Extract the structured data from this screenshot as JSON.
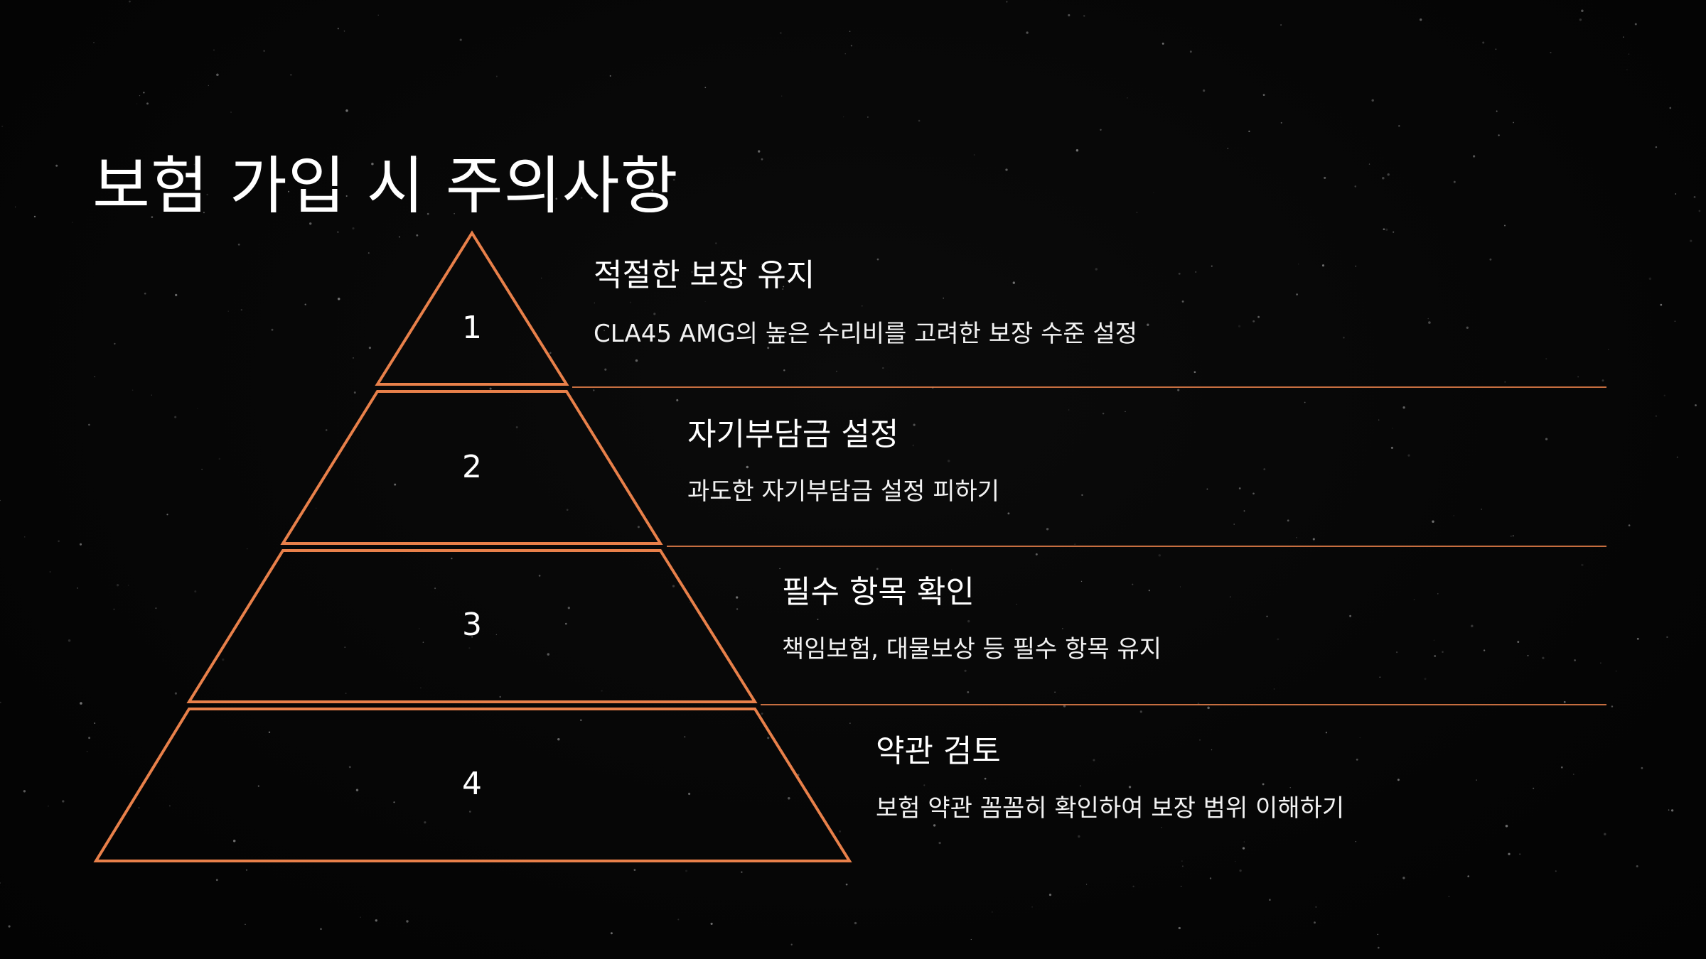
{
  "slide": {
    "title": "보험 가입 시 주의사항"
  },
  "colors": {
    "background": "#050505",
    "accent": "#e8804a",
    "text": "#ffffff"
  },
  "pyramid": {
    "levels": [
      {
        "number": "1",
        "heading": "적절한 보장 유지",
        "description": "CLA45 AMG의 높은 수리비를 고려한 보장 수준 설정"
      },
      {
        "number": "2",
        "heading": "자기부담금 설정",
        "description": "과도한 자기부담금 설정 피하기"
      },
      {
        "number": "3",
        "heading": "필수 항목 확인",
        "description": "책임보험, 대물보상 등 필수 항목 유지"
      },
      {
        "number": "4",
        "heading": "약관 검토",
        "description": "보험 약관 꼼꼼히 확인하여 보장 범위 이해하기"
      }
    ]
  }
}
